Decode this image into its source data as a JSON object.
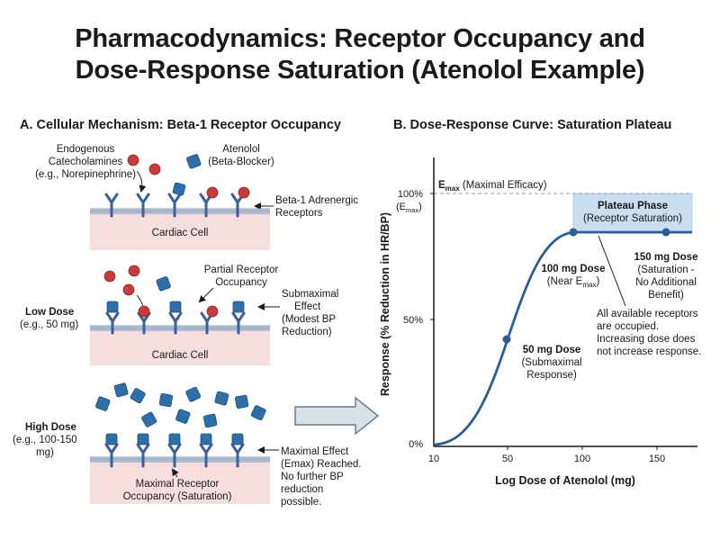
{
  "title_line1": "Pharmacodynamics: Receptor Occupancy and",
  "title_line2": "Dose-Response Saturation (Atenolol Example)",
  "panel_a": {
    "title": "A. Cellular Mechanism: Beta-1 Receptor Occupancy",
    "row1": {
      "catecholamines": [
        "Endogenous",
        "Catecholamines",
        "(e.g., Norepinephrine)"
      ],
      "atenolol": [
        "Atenolol",
        "(Beta-Blocker)"
      ],
      "receptor_label": [
        "Beta-1 Adrenergic",
        "Receptors"
      ],
      "cell": "Cardiac Cell"
    },
    "row2": {
      "dose_title": "Low Dose",
      "dose_sub": "(e.g., 50 mg)",
      "partial": [
        "Partial Receptor",
        "Occupancy"
      ],
      "effect": [
        "Submaximal",
        "Effect",
        "(Modest BP",
        "Reduction)"
      ],
      "cell": "Cardiac Cell"
    },
    "row3": {
      "dose_title": "High Dose",
      "dose_sub": [
        "(e.g., 100-150",
        "mg)"
      ],
      "effect": [
        "Maximal Effect",
        "(Emax) Reached.",
        "No further BP",
        "reduction",
        "possible."
      ],
      "occupancy": [
        "Maximal Receptor",
        "Occupancy (Saturation)"
      ]
    }
  },
  "panel_b": {
    "title": "B. Dose-Response Curve: Saturation Plateau",
    "emax_main": "E",
    "emax_sub": "max",
    "emax_rest": " (Maximal Efficacy)",
    "y_ticks": [
      "100%",
      "50%",
      "0%"
    ],
    "y_emax": "(E",
    "y_emax_sub": "max",
    "y_emax_close": ")",
    "x_ticks": [
      "10",
      "50",
      "100",
      "150"
    ],
    "ylabel": "Response (% Reduction in HR/BP)",
    "xlabel": "Log Dose of Atenolol (mg)",
    "plateau_title": "Plateau Phase",
    "plateau_sub": "(Receptor Saturation)",
    "p50_title": "50 mg Dose",
    "p50_sub": [
      "(Submaximal",
      "Response)"
    ],
    "p100_title": "100 mg Dose",
    "p100_sub": "(Near E",
    "p100_sub_s": "max",
    "p100_sub_c": ")",
    "p150_title": "150 mg Dose",
    "p150_sub": [
      "(Saturation -",
      "No Additional",
      "Benefit)"
    ],
    "note": [
      "All available receptors",
      "are occupied.",
      "Increasing dose does",
      "not increase response."
    ]
  },
  "colors": {
    "receptor": "#3d5f9a",
    "drug": "#2f6fa8",
    "agonist": "#c63b3b",
    "membrane": "#9fb6cf",
    "cell": "#f7dede",
    "curve": "#2d5d96",
    "plateau": "#c9deef"
  }
}
